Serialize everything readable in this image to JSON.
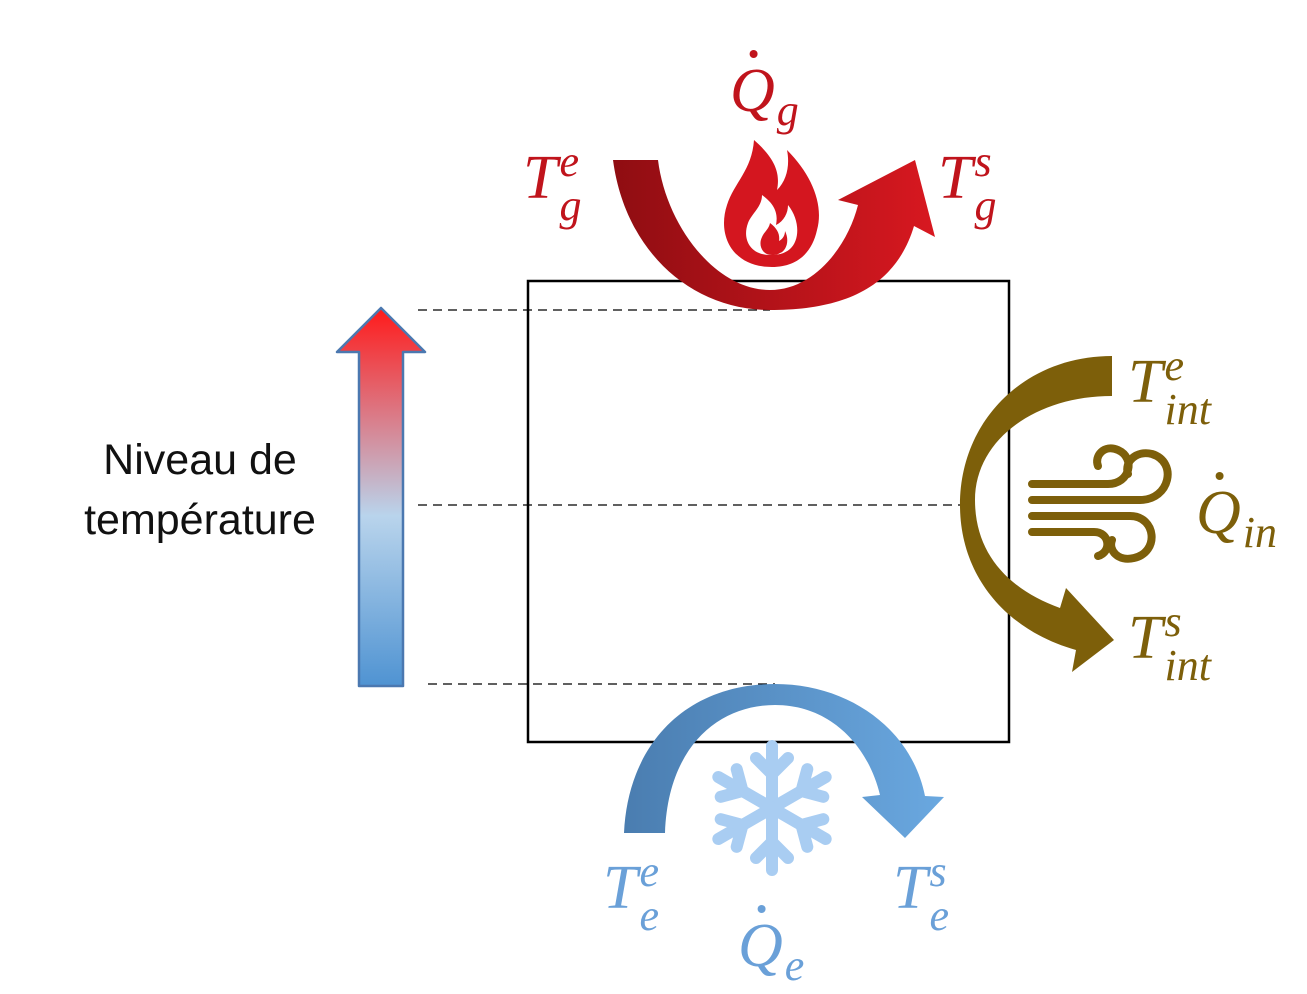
{
  "axis_label": {
    "line1": "Niveau de",
    "line2": "température"
  },
  "labels": {
    "hot_in": {
      "base": "T",
      "sup": "e",
      "sub": "g"
    },
    "hot_out": {
      "base": "T",
      "sup": "s",
      "sub": "g"
    },
    "hot_q": {
      "base": "Q",
      "sub": "g"
    },
    "int_in": {
      "base": "T",
      "sup": "e",
      "sub": "int"
    },
    "int_out": {
      "base": "T",
      "sup": "s",
      "sub": "int"
    },
    "int_q": {
      "base": "Q",
      "sub": "in"
    },
    "cold_in": {
      "base": "T",
      "sup": "e",
      "sub": "e"
    },
    "cold_out": {
      "base": "T",
      "sup": "s",
      "sub": "e"
    },
    "cold_q": {
      "base": "Q",
      "sub": "e"
    }
  },
  "colors": {
    "hot": "#c0141c",
    "intermediate": "#7d5f0a",
    "cold": "#5b93cc",
    "gradient_top": "#ff1a1a",
    "gradient_bottom": "#4f93d2"
  },
  "icons": [
    "flame-icon",
    "wind-icon",
    "snowflake-icon"
  ]
}
